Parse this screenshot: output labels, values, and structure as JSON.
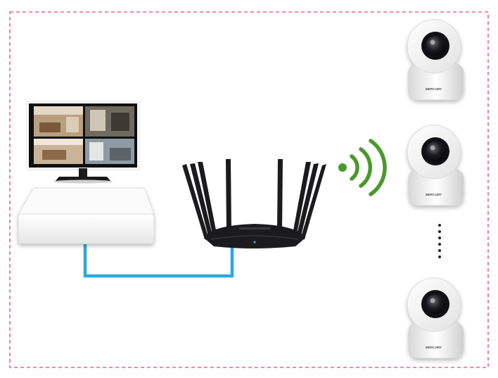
{
  "colors": {
    "frame": "#f0608a",
    "cable": "#29a8e0",
    "wifi": "#4a9a2a",
    "router": "#1b1b1d",
    "device": "#f6f6f6",
    "dots": "#222222"
  },
  "icons": {
    "monitor": "monitor-icon",
    "nvr": "nvr-icon",
    "router": "router-icon",
    "wifi": "wifi-icon",
    "camera": "camera-icon"
  },
  "cameras": [
    {
      "brand": "MERCURY"
    },
    {
      "brand": "MERCURY"
    },
    {
      "brand": "MERCURY"
    }
  ]
}
